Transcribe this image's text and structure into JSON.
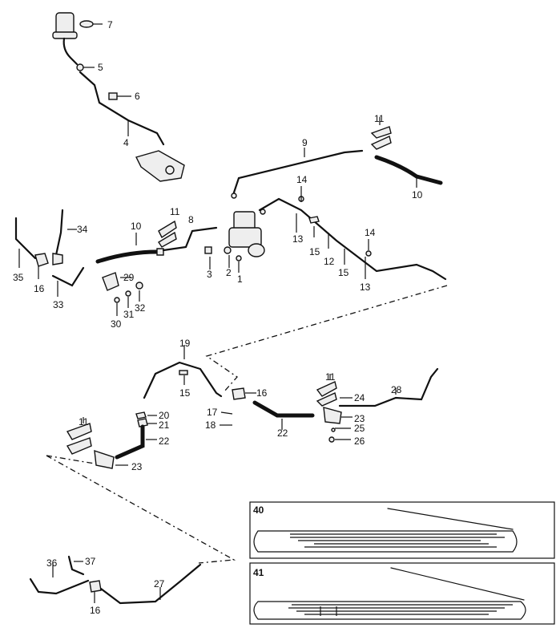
{
  "callouts": {
    "c1": "1",
    "c2": "2",
    "c3": "3",
    "c4": "4",
    "c5": "5",
    "c6": "6",
    "c7": "7",
    "c8": "8",
    "c9": "9",
    "c10a": "10",
    "c10b": "10",
    "c11a": "11",
    "c11b": "11",
    "c11c": "11",
    "c11d": "11",
    "c12": "12",
    "c13a": "13",
    "c13b": "13",
    "c14a": "14",
    "c14b": "14",
    "c15a": "15",
    "c15b": "15",
    "c15c": "15",
    "c16a": "16",
    "c16b": "16",
    "c16c": "16",
    "c17": "17",
    "c18": "18",
    "c19": "19",
    "c20": "20",
    "c21": "21",
    "c22a": "22",
    "c22b": "22",
    "c23a": "23",
    "c23b": "23",
    "c24": "24",
    "c25": "25",
    "c26": "26",
    "c27": "27",
    "c28": "28",
    "c29": "29",
    "c30": "30",
    "c31": "31",
    "c32": "32",
    "c33": "33",
    "c34": "34",
    "c35": "35",
    "c36": "36",
    "c37": "37"
  },
  "insets": {
    "i40": "40",
    "i41": "41"
  }
}
